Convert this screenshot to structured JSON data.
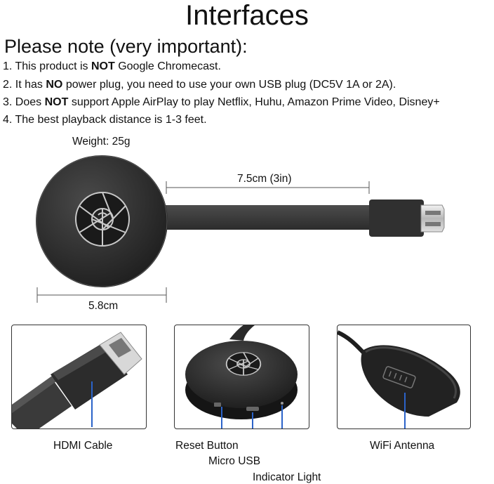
{
  "title": "Interfaces",
  "note_heading": "Please note (very important):",
  "notes": [
    {
      "prefix": "1. This product is ",
      "bold": "NOT",
      "suffix": " Google Chromecast."
    },
    {
      "prefix": "2.  It has ",
      "bold": "NO",
      "suffix": " power plug, you need to use your own USB plug (DC5V 1A or 2A)."
    },
    {
      "prefix": "3.  Does ",
      "bold": "NOT",
      "suffix": " support Apple AirPlay to play Netflix, Huhu, Amazon Prime Video, Disney+"
    },
    {
      "prefix": "4.  The best playback distance is 1-3 feet.",
      "bold": "",
      "suffix": ""
    }
  ],
  "product": {
    "weight": "Weight: 25g",
    "length": "7.5cm (3in)",
    "diameter": "5.8cm"
  },
  "captions": {
    "hdmi_cable": "HDMI Cable",
    "reset_button": "Reset Button",
    "micro_usb": "Micro USB",
    "indicator_light": "Indicator Light",
    "wifi_antenna": "WiFi Antenna"
  },
  "colors": {
    "device_body": "#2e2e2e",
    "cable": "#3a3a3a",
    "callout_blue": "#2b63c9",
    "text": "#111111"
  }
}
